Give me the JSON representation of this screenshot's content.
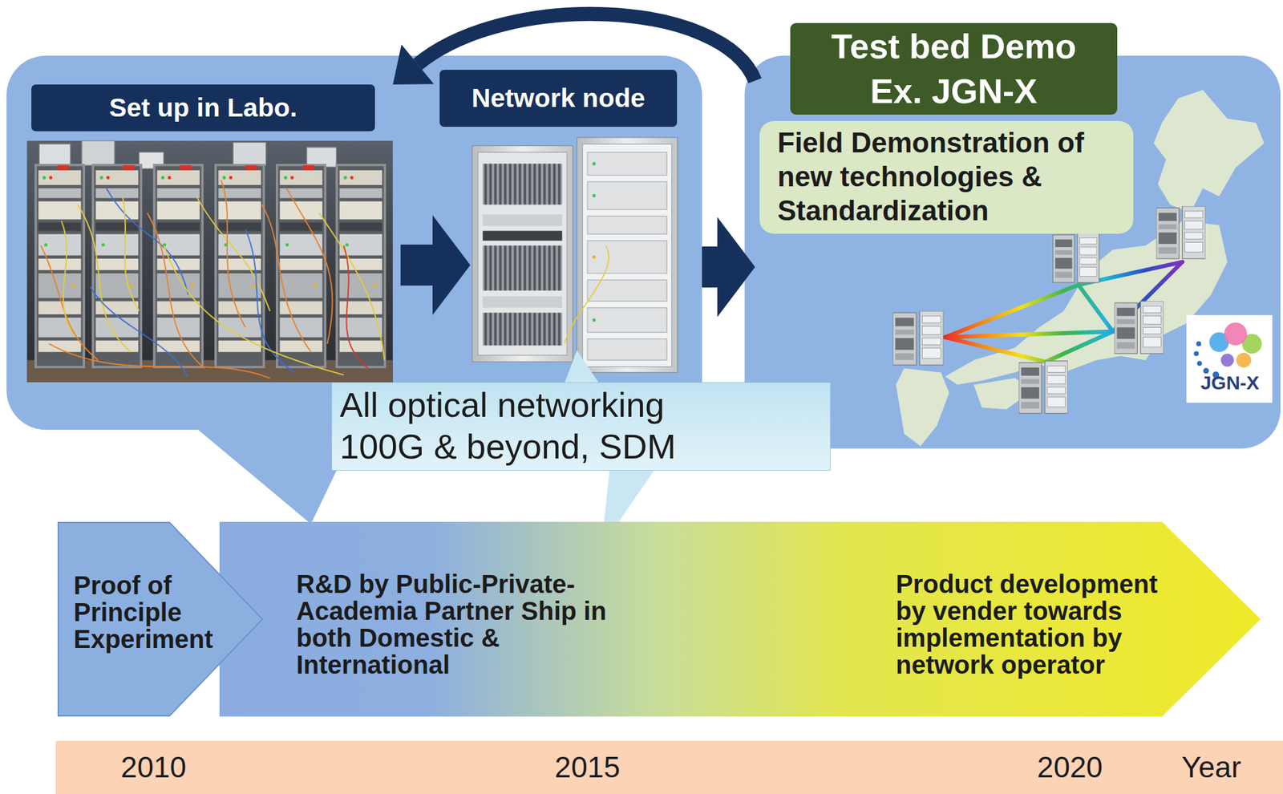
{
  "diagram": {
    "nodes": [
      {
        "text": [
          "Set up in Labo."
        ]
      },
      {
        "text": [
          "Network node"
        ]
      },
      {
        "text": [
          "Test bed Demo Ex. JGN-X"
        ]
      },
      {
        "text": [
          "Field Demonstration of new technologies & Standardization"
        ],
        "in": 2
      },
      {
        "text": [
          "All optical networking 100G & beyond, SDM"
        ]
      },
      {
        "text": [
          "Proof of Principle Experiment"
        ]
      },
      {
        "text": [
          "R&D by Public-Private-Academia Partner Ship in both Domestic & International",
          "Product development by vender towards implementation by network operator"
        ]
      },
      {
        "text": [
          "2010",
          "2015",
          "2020",
          "Year"
        ]
      }
    ],
    "edges": [
      {
        "from": 0,
        "to": 1,
        "arrow": "to"
      },
      {
        "from": 1,
        "to": 2,
        "arrow": "to"
      },
      {
        "from": 2,
        "to": 0,
        "arrow": "to"
      }
    ],
    "labels": [
      "JGN-X"
    ]
  }
}
